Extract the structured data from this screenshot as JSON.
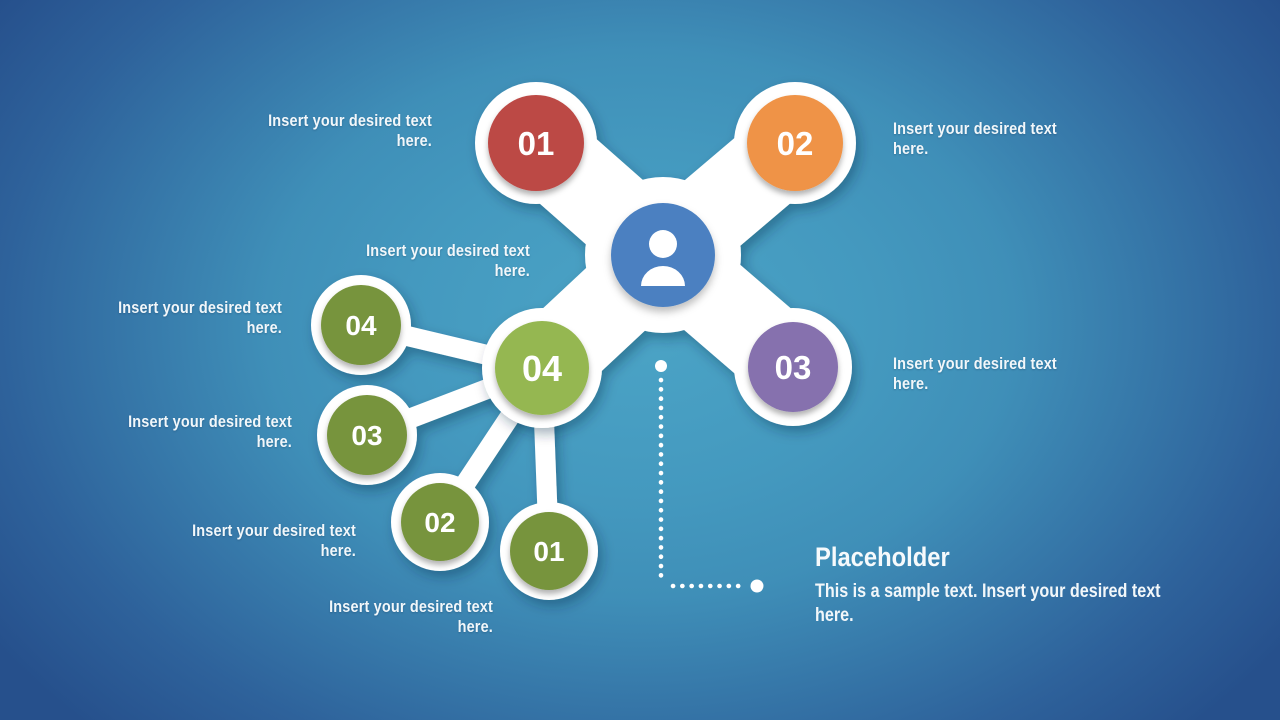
{
  "background": {
    "center_color": "#4BA4C6",
    "edge_color": "#26508C"
  },
  "hub": {
    "icon": "person-icon",
    "color": "#4B80C1",
    "caption": "Insert your desired text here."
  },
  "main_nodes": [
    {
      "number": "01",
      "color": "#BC4845",
      "caption": "Insert your desired text here."
    },
    {
      "number": "02",
      "color": "#EF9346",
      "caption": "Insert your desired text here."
    },
    {
      "number": "03",
      "color": "#8671AE",
      "caption": "Insert your desired text here."
    },
    {
      "number": "04",
      "color": "#95B751"
    }
  ],
  "sub_nodes": [
    {
      "number": "04",
      "color": "#77943E",
      "caption": "Insert your desired text here."
    },
    {
      "number": "03",
      "color": "#77943E",
      "caption": "Insert your desired text here."
    },
    {
      "number": "02",
      "color": "#77943E",
      "caption": "Insert your desired text here."
    },
    {
      "number": "01",
      "color": "#77943E",
      "caption": "Insert your desired text here."
    }
  ],
  "placeholder": {
    "title": "Placeholder",
    "body": "This is a sample text. Insert your desired text here."
  }
}
